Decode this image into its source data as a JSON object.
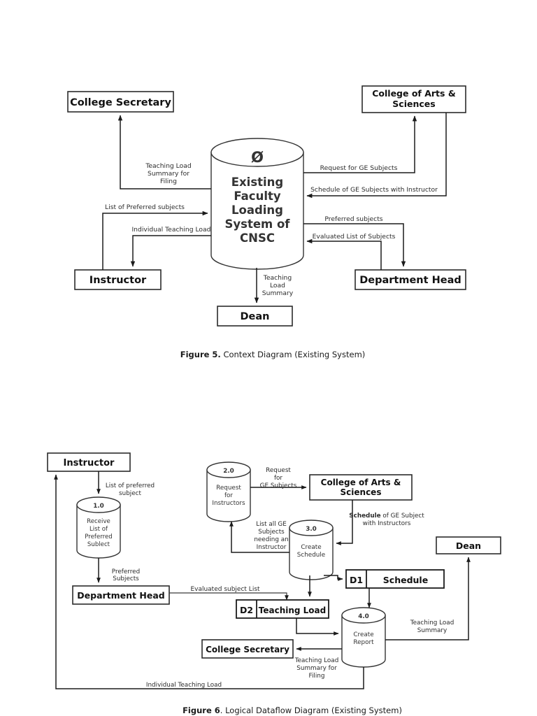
{
  "document": {
    "title": "Context Diagram and Logical Dataflow Diagram (Existing System)",
    "background": "#ffffff",
    "ink": "#1b1b1b"
  },
  "figure5": {
    "caption_label": "Figure 5.",
    "caption_text": " Context Diagram (Existing System)",
    "center_process": {
      "number": "Ø",
      "name_lines": [
        "Existing",
        "Faculty",
        "Loading",
        "System of",
        "CNSC"
      ]
    },
    "entities": [
      {
        "id": "college-secretary",
        "label": "College Secretary"
      },
      {
        "id": "college-of-arts-sciences",
        "label_lines": [
          "College of Arts &",
          "Sciences"
        ]
      },
      {
        "id": "instructor",
        "label": "Instructor"
      },
      {
        "id": "department-head",
        "label": "Department Head"
      },
      {
        "id": "dean",
        "label": "Dean"
      }
    ],
    "flows": [
      {
        "id": "teaching-load-summary-for-filing",
        "lines": [
          "Teaching Load",
          "Summary for",
          "Filing"
        ]
      },
      {
        "id": "list-of-preferred-subjects",
        "lines": [
          "List of Preferred subjects"
        ]
      },
      {
        "id": "individual-teaching-load",
        "lines": [
          "Individual Teaching Load"
        ]
      },
      {
        "id": "request-for-ge-subjects",
        "lines": [
          "Request for GE Subjects"
        ]
      },
      {
        "id": "schedule-of-ge-subjects-with-instructor",
        "lines": [
          "Schedule of GE Subjects with Instructor"
        ]
      },
      {
        "id": "preferred-subjects",
        "lines": [
          "Preferred subjects"
        ]
      },
      {
        "id": "evaluated-list-of-subjects",
        "lines": [
          "Evaluated List of Subjects"
        ]
      },
      {
        "id": "teaching-load-summary",
        "lines": [
          "Teaching",
          "Load",
          "Summary"
        ]
      }
    ]
  },
  "figure6": {
    "caption_label": "Figure 6",
    "caption_text": ". Logical Dataflow Diagram (Existing System)",
    "processes": [
      {
        "id": "p1",
        "number": "1.0",
        "name_lines": [
          "Receive",
          "List of",
          "Preferred",
          "Sublect"
        ]
      },
      {
        "id": "p2",
        "number": "2.0",
        "name_lines": [
          "Request",
          "for",
          "Instructors"
        ]
      },
      {
        "id": "p3",
        "number": "3.0",
        "name_lines": [
          "Create",
          "Schedule"
        ]
      },
      {
        "id": "p4",
        "number": "4.0",
        "name_lines": [
          "Create",
          "Report"
        ]
      }
    ],
    "entities": [
      {
        "id": "instructor",
        "label": "Instructor"
      },
      {
        "id": "college-of-arts-sciences",
        "label_lines": [
          "College of Arts &",
          "Sciences"
        ]
      },
      {
        "id": "department-head",
        "label": "Department Head"
      },
      {
        "id": "dean",
        "label": "Dean"
      },
      {
        "id": "college-secretary",
        "label": "College Secretary"
      }
    ],
    "datastores": [
      {
        "id": "d1",
        "code": "D1",
        "label": "Schedule"
      },
      {
        "id": "d2",
        "code": "D2",
        "label": "Teaching Load"
      }
    ],
    "flows": [
      {
        "id": "list-of-preferred-subject",
        "lines": [
          "List of preferred",
          "subject"
        ]
      },
      {
        "id": "preferred-subjects",
        "lines": [
          "Preferred",
          "Subjects"
        ]
      },
      {
        "id": "evaluated-subject-list",
        "lines": [
          "Evaluated subject List"
        ]
      },
      {
        "id": "request-for-ge-subjects",
        "lines": [
          "Request",
          "for",
          "GE Subjects"
        ]
      },
      {
        "id": "list-all-ge-subjects-needing-an-instructor",
        "lines": [
          "List all GE",
          "Subjects",
          "needing an",
          "Instructor"
        ]
      },
      {
        "id": "schedule-of-ge-subject-with-instructors",
        "bold_head": "Schedule",
        "rest": " of GE Subject",
        "line2": "with Instructors"
      },
      {
        "id": "teaching-load-summary",
        "lines": [
          "Teaching Load",
          "Summary"
        ]
      },
      {
        "id": "teaching-load-summary-for-filing",
        "lines": [
          "Teaching Load",
          "Summary for",
          "Filing"
        ]
      },
      {
        "id": "individual-teaching-load",
        "lines": [
          "Individual Teaching Load"
        ]
      }
    ]
  }
}
